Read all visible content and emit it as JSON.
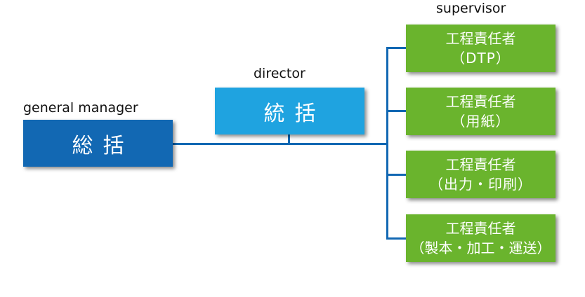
{
  "general_manager": {
    "role_label": "general manager",
    "title": "総括"
  },
  "director": {
    "role_label": "director",
    "title": "統括"
  },
  "supervisor": {
    "role_label": "supervisor",
    "boxes": [
      {
        "line1": "工程責任者",
        "line2": "（DTP）"
      },
      {
        "line1": "工程責任者",
        "line2": "（用紙）"
      },
      {
        "line1": "工程責任者",
        "line2": "（出力・印刷）"
      },
      {
        "line1": "工程責任者",
        "line2": "（製本・加工・運送）"
      }
    ]
  },
  "colors": {
    "general_manager_box": "#1268b3",
    "director_box": "#1fa3e0",
    "supervisor_box": "#6ab42d",
    "connector": "#1268b3"
  }
}
